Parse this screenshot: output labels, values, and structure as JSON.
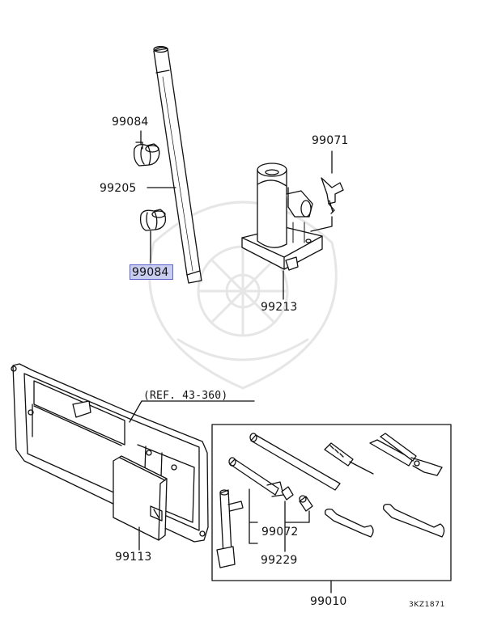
{
  "diagram": {
    "labels": {
      "clip_upper": "99084",
      "bar": "99205",
      "clip_lower": "99084",
      "jack_handle_bolt": "99071",
      "jack": "99213",
      "ref": "(REF. 43-360)",
      "cover": "99113",
      "kit_inner": "99072",
      "kit_wrench_set": "99229",
      "kit": "99010",
      "figure_code": "3KZ1871"
    },
    "highlighted": "99084"
  }
}
